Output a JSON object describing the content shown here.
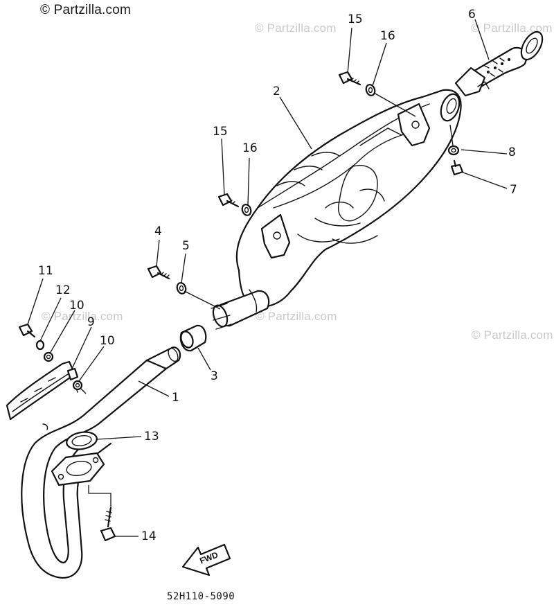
{
  "watermark": {
    "brand": "© Partzilla.com",
    "repeat": "© Partzilla.com"
  },
  "callouts": {
    "c1": "1",
    "c2": "2",
    "c3": "3",
    "c4": "4",
    "c5": "5",
    "c6": "6",
    "c7": "7",
    "c8": "8",
    "c9": "9",
    "c10a": "10",
    "c10b": "10",
    "c11": "11",
    "c12": "12",
    "c13": "13",
    "c14": "14",
    "c15a": "15",
    "c15b": "15",
    "c16a": "16",
    "c16b": "16"
  },
  "fwd_label": "FWD",
  "diagram_code": "52H110-5090",
  "colors": {
    "line": "#111111",
    "watermark": "#c9c9c9",
    "background": "#ffffff"
  }
}
